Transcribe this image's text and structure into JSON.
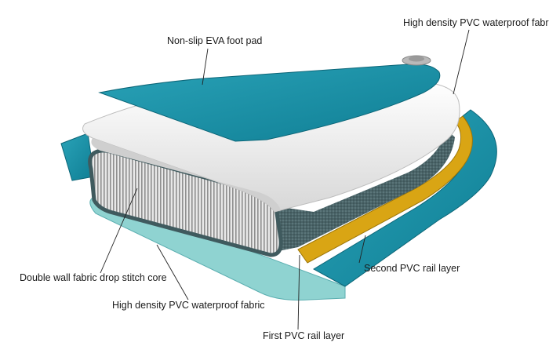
{
  "labels": {
    "top_skin": "High density PVC waterproof fabric",
    "foot_pad": "Non-slip EVA foot pad",
    "core": "Double wall fabric drop stitch core",
    "bottom_skin": "High density PVC waterproof fabric",
    "first_rail": "First PVC rail layer",
    "second_rail": "Second PVC rail layer"
  },
  "colors": {
    "teal": "#1b8fa6",
    "teal_dark": "#0f6f84",
    "light_teal": "#86d1d1",
    "gold": "#d9a514",
    "core_dark": "#3f5a5e",
    "white_skin": "#f2f2f2"
  }
}
